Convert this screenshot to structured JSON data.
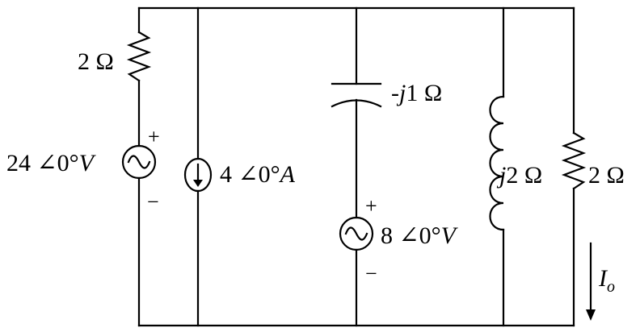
{
  "diagram": {
    "resistor_left": {
      "value": "2 Ω"
    },
    "voltage_source_left": {
      "magnitude": "24",
      "angle": "0",
      "degree": "°",
      "unit": "V",
      "plus": "+",
      "minus": "−"
    },
    "current_source": {
      "magnitude": "4",
      "angle": "0",
      "degree": "°",
      "unit": "A"
    },
    "capacitor": {
      "prefix": "-",
      "j": "j",
      "value": "1 Ω"
    },
    "voltage_source_mid": {
      "magnitude": "8",
      "angle": "0",
      "degree": "°",
      "unit": "V",
      "plus": "+",
      "minus": "−"
    },
    "inductor": {
      "j": "j",
      "value": "2 Ω"
    },
    "resistor_right": {
      "value": "2 Ω"
    },
    "output_current": {
      "symbol": "I",
      "subscript": "o"
    }
  }
}
